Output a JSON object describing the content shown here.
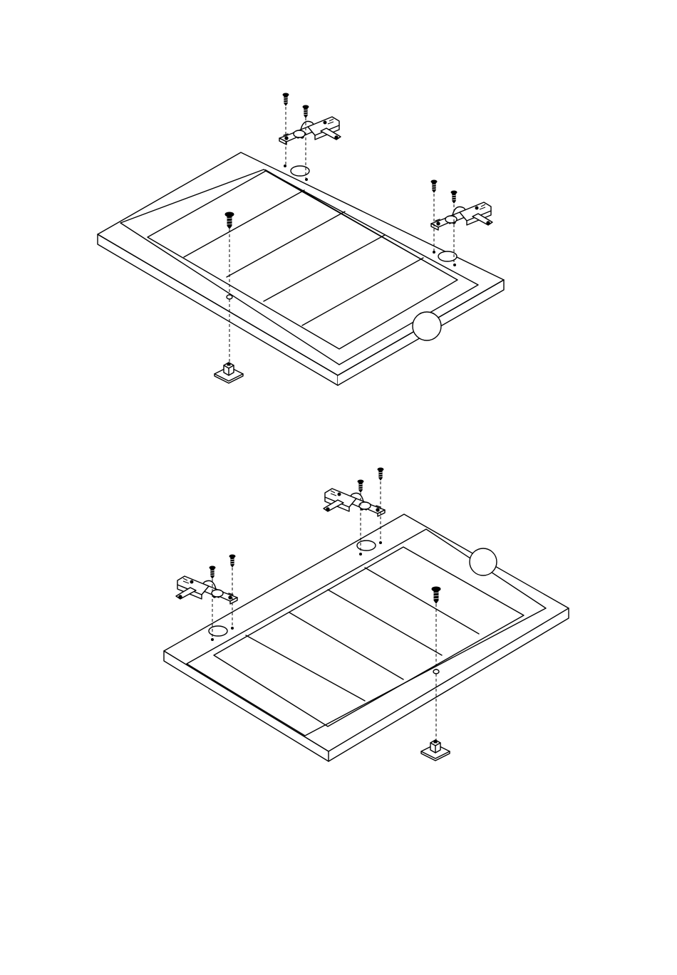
{
  "diagrams": [
    {
      "id": "door-left",
      "parts": [
        "hinge",
        "hinge",
        "screw",
        "screw",
        "screw",
        "screw",
        "screw",
        "door-catch",
        "door-panel"
      ]
    },
    {
      "id": "door-right",
      "parts": [
        "hinge",
        "hinge",
        "screw",
        "screw",
        "screw",
        "screw",
        "screw",
        "door-catch",
        "door-panel"
      ]
    }
  ],
  "callouts": {
    "door_left": "",
    "door_right": ""
  }
}
